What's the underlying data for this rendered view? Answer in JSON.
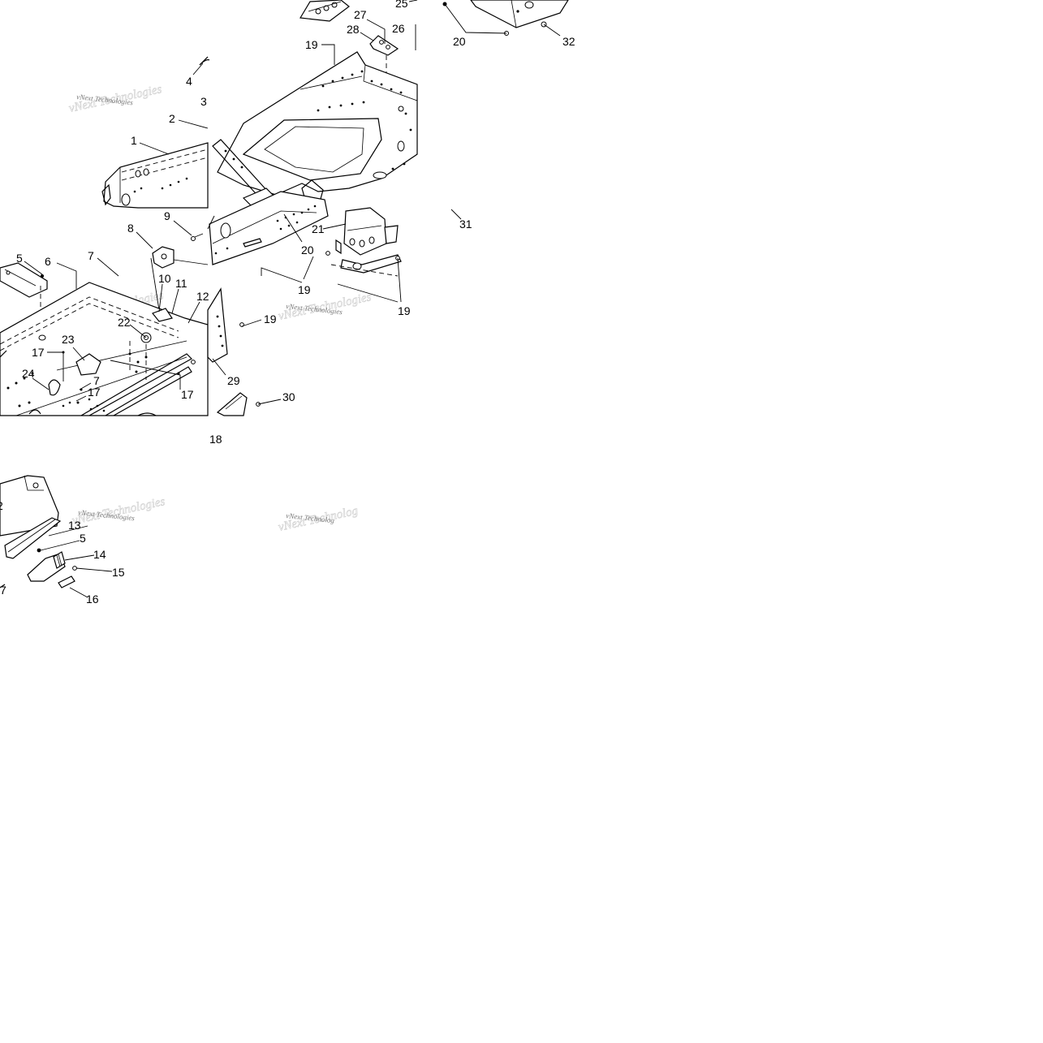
{
  "callouts": [
    {
      "id": "c1",
      "text": "1"
    },
    {
      "id": "c2",
      "text": "2"
    },
    {
      "id": "c3",
      "text": "3"
    },
    {
      "id": "c4",
      "text": "4"
    },
    {
      "id": "c5a",
      "text": "5"
    },
    {
      "id": "c5b",
      "text": "5"
    },
    {
      "id": "c6",
      "text": "6"
    },
    {
      "id": "c7a",
      "text": "7"
    },
    {
      "id": "c7b",
      "text": "7"
    },
    {
      "id": "c7c",
      "text": "7"
    },
    {
      "id": "c8",
      "text": "8"
    },
    {
      "id": "c9",
      "text": "9"
    },
    {
      "id": "c10",
      "text": "10"
    },
    {
      "id": "c11",
      "text": "11"
    },
    {
      "id": "c12a",
      "text": "12"
    },
    {
      "id": "c12b",
      "text": "2"
    },
    {
      "id": "c13",
      "text": "13"
    },
    {
      "id": "c14",
      "text": "14"
    },
    {
      "id": "c15",
      "text": "15"
    },
    {
      "id": "c16",
      "text": "16"
    },
    {
      "id": "c17a",
      "text": "17"
    },
    {
      "id": "c17b",
      "text": "17"
    },
    {
      "id": "c17c",
      "text": "17"
    },
    {
      "id": "c18",
      "text": "18"
    },
    {
      "id": "c19a",
      "text": "19"
    },
    {
      "id": "c19b",
      "text": "19"
    },
    {
      "id": "c19c",
      "text": "19"
    },
    {
      "id": "c19d",
      "text": "19"
    },
    {
      "id": "c20a",
      "text": "20"
    },
    {
      "id": "c20b",
      "text": "20"
    },
    {
      "id": "c21",
      "text": "21"
    },
    {
      "id": "c22",
      "text": "22"
    },
    {
      "id": "c23",
      "text": "23"
    },
    {
      "id": "c24",
      "text": "24"
    },
    {
      "id": "c25",
      "text": "25"
    },
    {
      "id": "c26",
      "text": "26"
    },
    {
      "id": "c27",
      "text": "27"
    },
    {
      "id": "c28",
      "text": "28"
    },
    {
      "id": "c29",
      "text": "29"
    },
    {
      "id": "c30",
      "text": "30"
    },
    {
      "id": "c31",
      "text": "31"
    },
    {
      "id": "c32",
      "text": "32"
    }
  ],
  "watermark": {
    "text": "vNext Technologies",
    "text_short": "vNext Technolog"
  }
}
